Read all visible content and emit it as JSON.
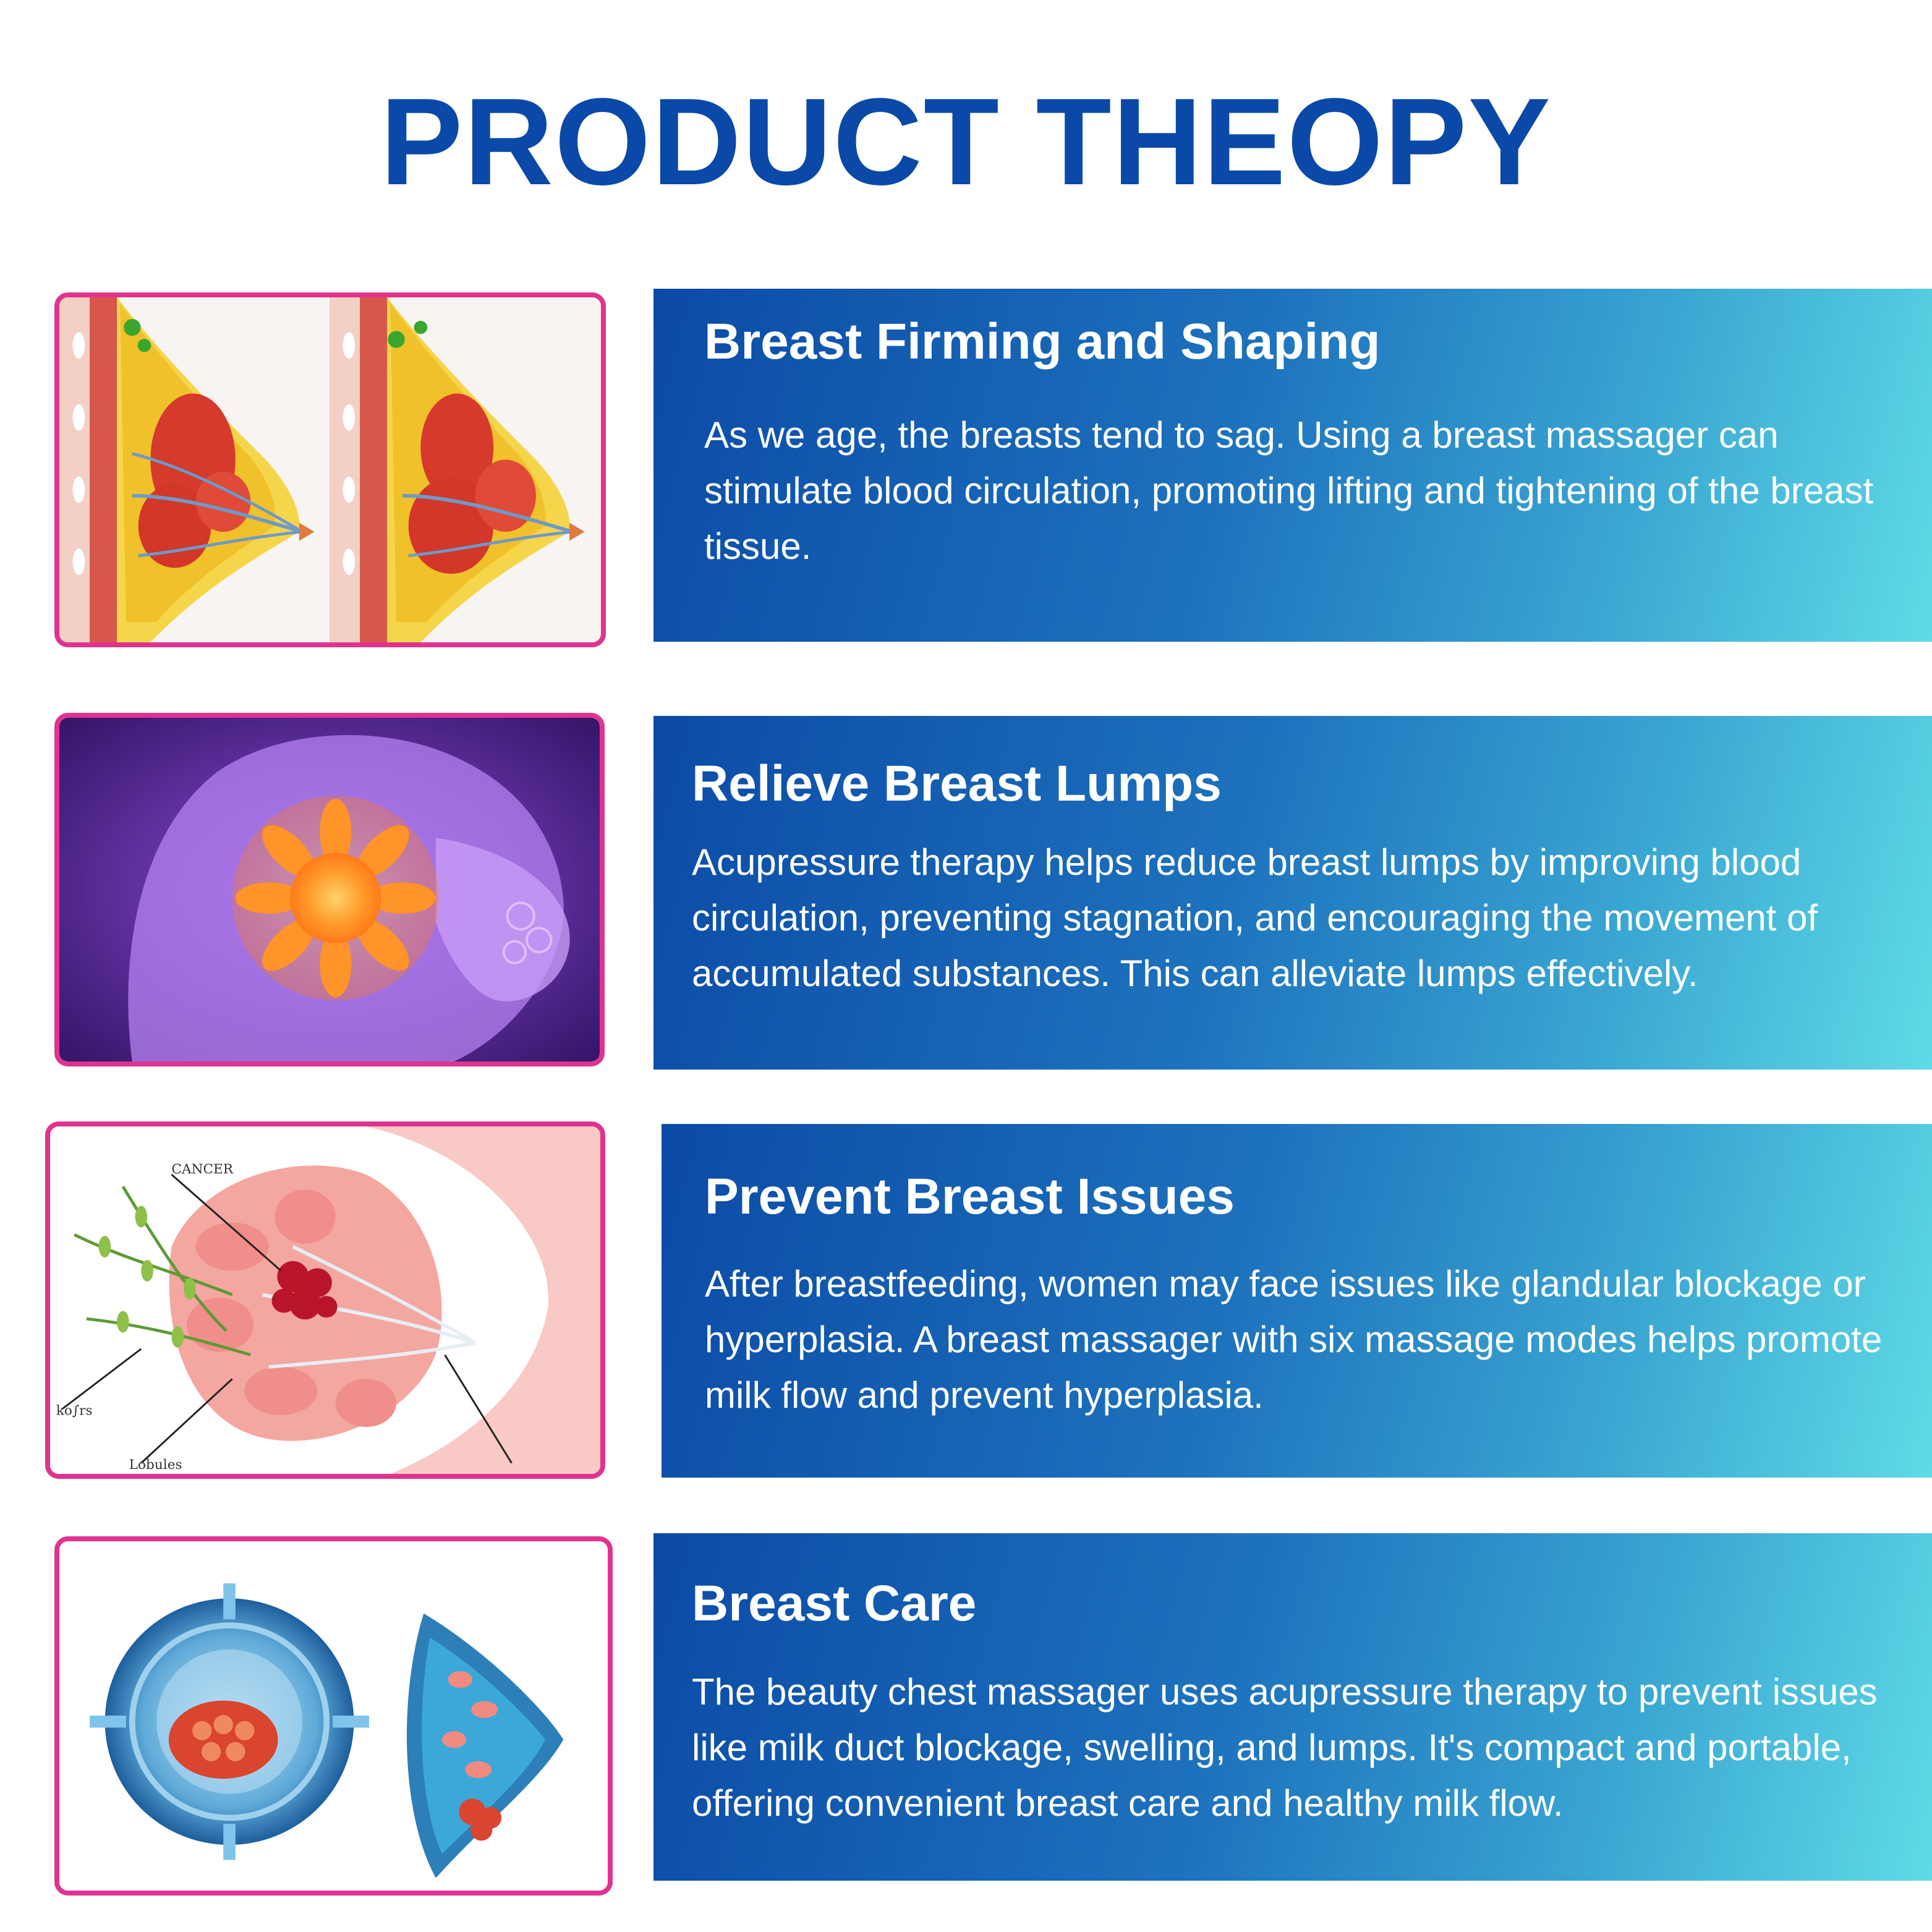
{
  "page": {
    "title": "PRODUCT THEOPY"
  },
  "colors": {
    "title": "#0a49a8",
    "accent_border": "#e0338f",
    "panel_start": "#0b4aa6",
    "panel_end": "#5fdbe6"
  },
  "sections": [
    {
      "heading": "Breast Firming and Shaping",
      "body": "As we age, the breasts tend to sag. Using a breast massager can stimulate blood circulation, promoting lifting and tightening of the breast tissue.",
      "illustration": "breast-anatomy-cross-section-comparison"
    },
    {
      "heading": "Relieve Breast Lumps",
      "body": "Acupressure therapy helps reduce breast lumps by improving blood circulation, preventing stagnation, and encouraging the movement of accumulated substances. This can alleviate lumps effectively.",
      "illustration": "glowing-breast-lump-xray"
    },
    {
      "heading": "Prevent Breast Issues",
      "body": "After breastfeeding, women may face issues like glandular blockage or hyperplasia. A breast massager with six massage modes helps promote milk flow and prevent hyperplasia.",
      "illustration": "breast-lobules-diagram",
      "labels": {
        "cancer": "CANCER",
        "left": "ko∫rs",
        "bottom": "Lobules"
      }
    },
    {
      "heading": "Breast Care",
      "body": "The beauty chest massager uses acupressure therapy to prevent issues like milk duct blockage, swelling, and lumps. It's compact and portable, offering convenient breast care and healthy milk flow.",
      "illustration": "targeted-lump-scan"
    }
  ]
}
